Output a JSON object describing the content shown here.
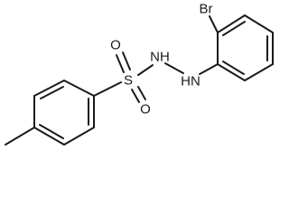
{
  "molecule": {
    "atoms": {
      "bromine": "Br",
      "sulfur": "S",
      "oxygen_top": "O",
      "oxygen_bottom": "O",
      "nh_upper": "NH",
      "nh_lower": "HN"
    }
  }
}
